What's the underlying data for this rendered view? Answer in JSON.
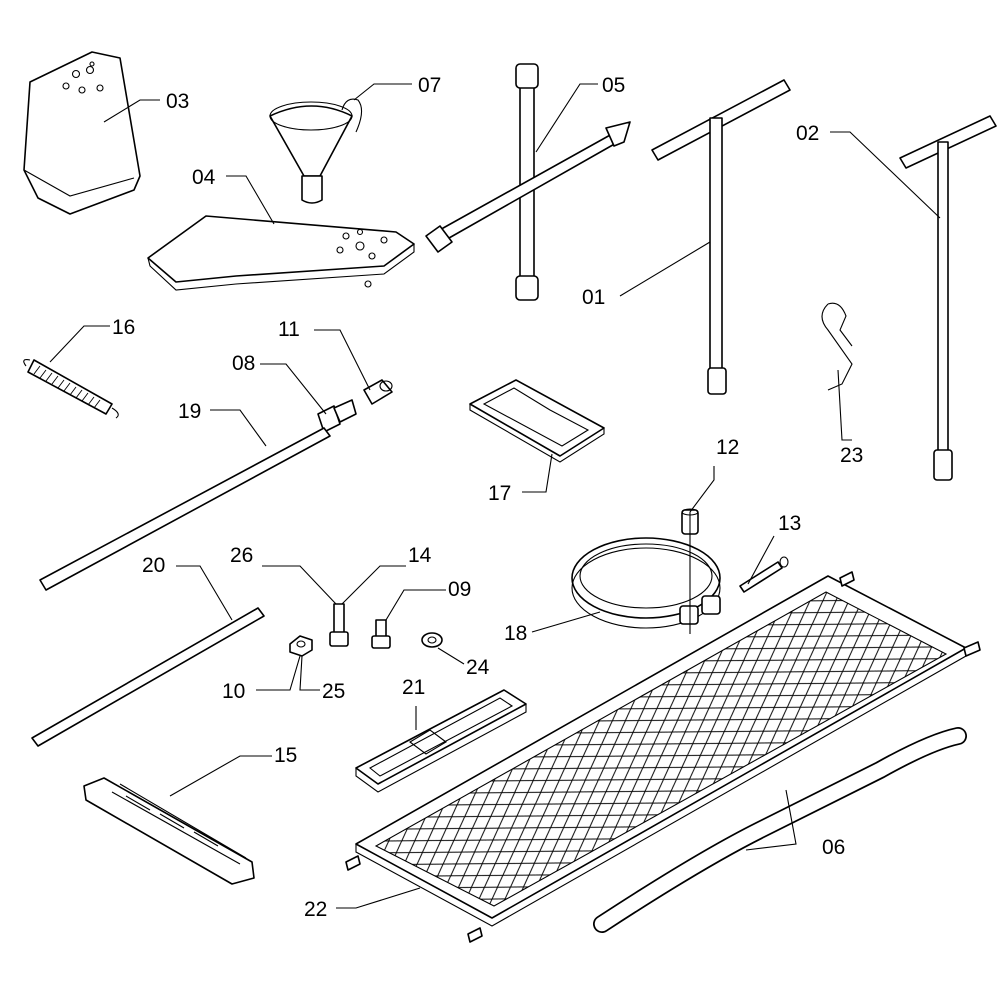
{
  "diagram": {
    "type": "exploded parts diagram",
    "labels": {
      "p01": "01",
      "p02": "02",
      "p03": "03",
      "p04": "04",
      "p05": "05",
      "p06": "06",
      "p07": "07",
      "p08": "08",
      "p09": "09",
      "p10": "10",
      "p11": "11",
      "p12": "12",
      "p13": "13",
      "p14": "14",
      "p15": "15",
      "p16": "16",
      "p17": "17",
      "p18": "18",
      "p19": "19",
      "p20": "20",
      "p21": "21",
      "p22": "22",
      "p23": "23",
      "p24": "24",
      "p25": "25",
      "p26": "26"
    }
  }
}
